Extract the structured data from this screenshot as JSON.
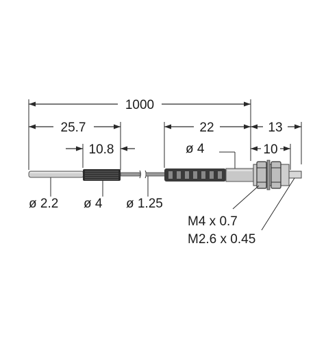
{
  "dimensions": {
    "total_length": "1000",
    "sleeve_length": "25.7",
    "grip_length": "10.8",
    "probe_length": "22",
    "tip_length": "13",
    "thread_length": "10"
  },
  "diameters": {
    "fiber_jacket": "ø 2.2",
    "grip": "ø 4",
    "fiber": "ø 1.25",
    "probe_jacket": "ø 4"
  },
  "threads": {
    "main_thread": "M4 x 0.7",
    "tip_thread": "M2.6 x 0.45"
  },
  "colors": {
    "line": "#2a2a2a",
    "sleeve": "#cfcfcf",
    "grip": "#2b2b2b",
    "probe_body": "#3a3a3a",
    "nut": "#bdbdbd"
  }
}
